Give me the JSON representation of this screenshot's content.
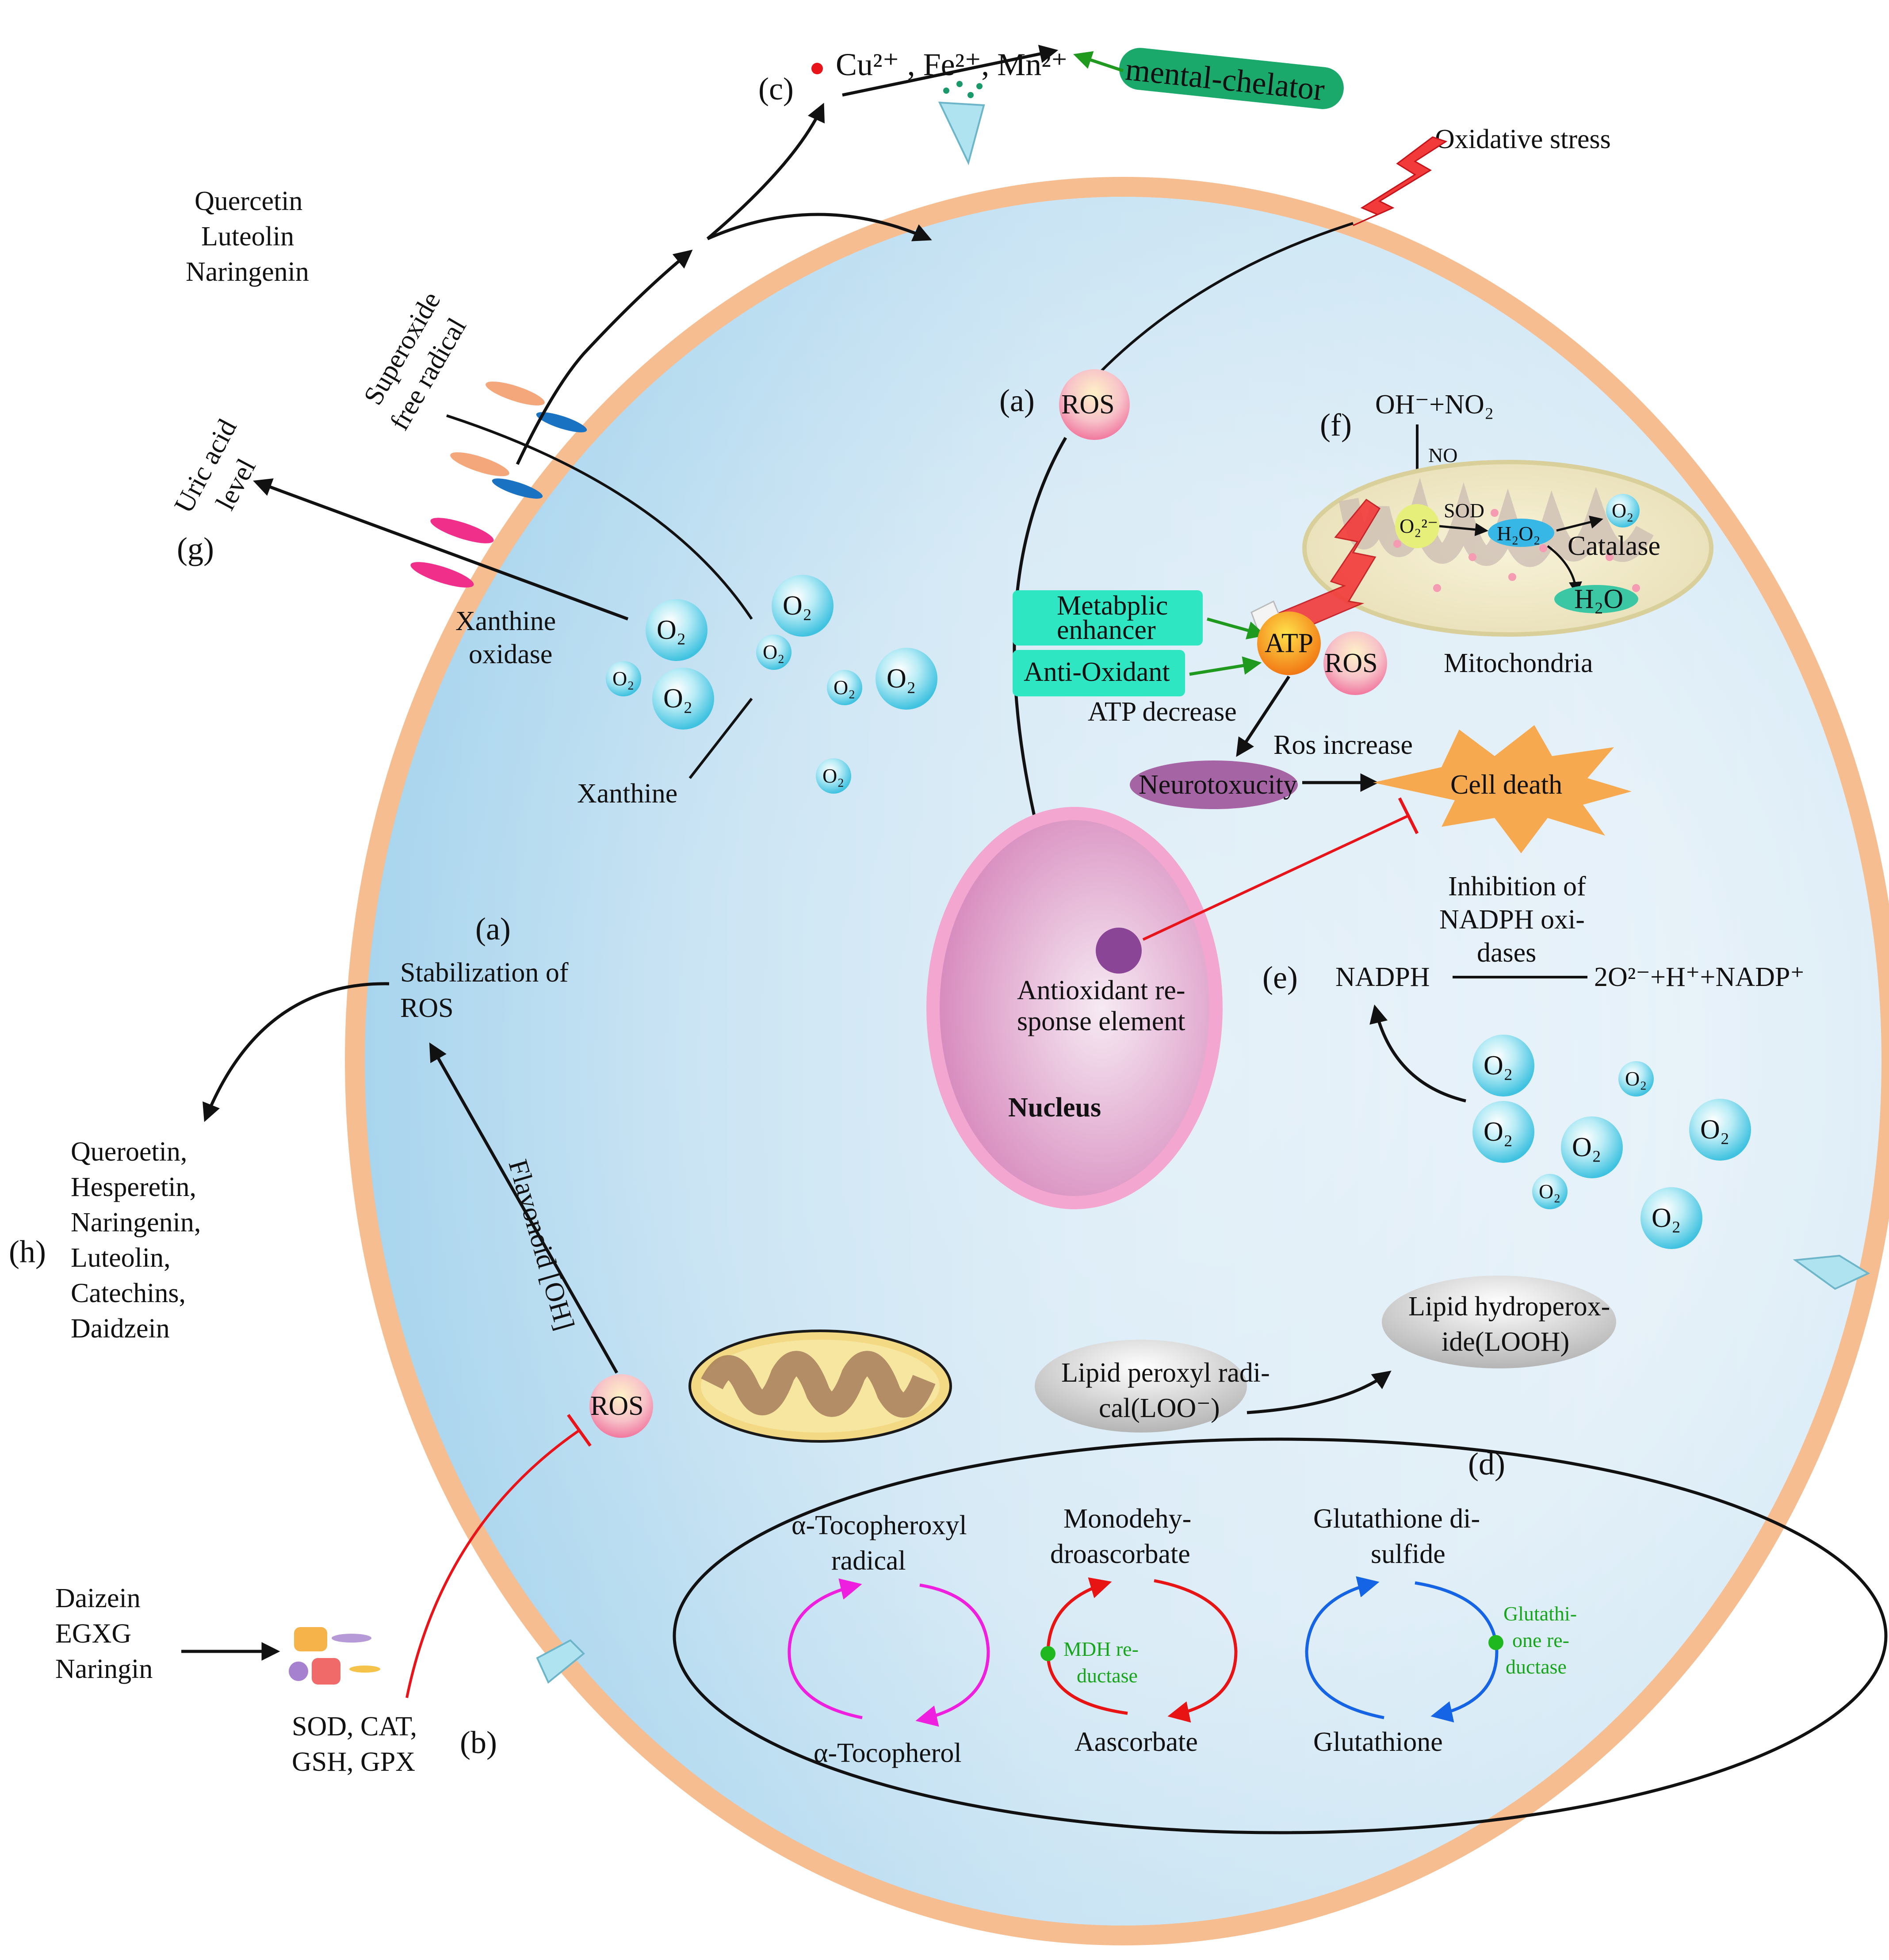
{
  "labels": {
    "metal_ions": "Cu²⁺ , Fe²⁺, Mn²⁺",
    "metal_chelator": "mental-chelator",
    "oxidative_stress": "Oxidative stress",
    "flavonoids_top": [
      "Quercetin",
      "Luteolin",
      "Naringenin"
    ],
    "superoxide": [
      "Superoxide",
      "free radical"
    ],
    "uric_acid": [
      "Uric acid",
      "level"
    ],
    "xanthine_oxidase": [
      "Xanthine",
      "oxidase"
    ],
    "xanthine": "Xanthine",
    "ros": "ROS",
    "o2": "O₂",
    "mito_top": "OH⁻+NO₂",
    "no": "NO",
    "o2_superoxide": "O₂²⁻",
    "sod": "SOD",
    "h2o2": "H₂O₂",
    "catalase": "Catalase",
    "h2o": "H₂O",
    "mitochondria": "Mitochondria",
    "metabolic_enhancer": [
      "Metabplic",
      "enhancer"
    ],
    "anti_oxidant": "Anti-Oxidant",
    "atp": "ATP",
    "atp_decrease": "ATP decrease",
    "ros_increase": "Ros increase",
    "neurotoxicity": "Neurotoxucity",
    "cell_death": "Cell death",
    "are": [
      "Antioxidant re-",
      "sponse element"
    ],
    "nucleus": "Nucleus",
    "nadph_inhibition": [
      "Inhibition of",
      "NADPH oxi-",
      "dases"
    ],
    "nadph": "NADPH",
    "nadph_products": "2O²⁻+H⁺+NADP⁺",
    "stabilization": [
      "Stabilization of",
      "ROS"
    ],
    "flavonoid_oh": "Flavonoid [OH]",
    "flavonoids_h": [
      "Queroetin,",
      "Hesperetin,",
      "Naringenin,",
      "Luteolin,",
      "Catechins,",
      "Daidzein"
    ],
    "daizein_group": [
      "Daizein",
      "EGXG",
      "Naringin"
    ],
    "enzymes": [
      "SOD, CAT,",
      "GSH, GPX"
    ],
    "lipid_peroxyl": [
      "Lipid peroxyl radi-",
      "cal(LOO⁻)"
    ],
    "lipid_hydroperoxide": [
      "Lipid hydroperox-",
      "ide(LOOH)"
    ],
    "toco_radical": [
      "α-Tocopheroxyl",
      "radical"
    ],
    "tocopherol": "α-Tocopherol",
    "monodehydro": [
      "Monodehy-",
      "droascorbate"
    ],
    "mdh": [
      "MDH re-",
      "ductase"
    ],
    "ascorbate": "Aascorbate",
    "gssg": [
      "Glutathione di-",
      "sulfide"
    ],
    "gr": [
      "Glutathi-",
      "one re-",
      "ductase"
    ],
    "gsh": "Glutathione"
  },
  "tags": {
    "a1": "(a)",
    "a2": "(a)",
    "b": "(b)",
    "c": "(c)",
    "d": "(d)",
    "e": "(e)",
    "f": "(f)",
    "g": "(g)",
    "h": "(h)"
  },
  "colors": {
    "cell_fill": "#bfe0f1",
    "membrane": "#f4b98a",
    "chelator": "#1aa86b",
    "teal_box": "#2fe6c2",
    "nucleus": "#e48fbf",
    "cell_death": "#f6a94e",
    "inhibit": "#e8141a",
    "activate": "#1f9a1f",
    "magenta": "#ef1fe0",
    "red_cycle": "#e81414",
    "blue_cycle": "#1664e6"
  }
}
